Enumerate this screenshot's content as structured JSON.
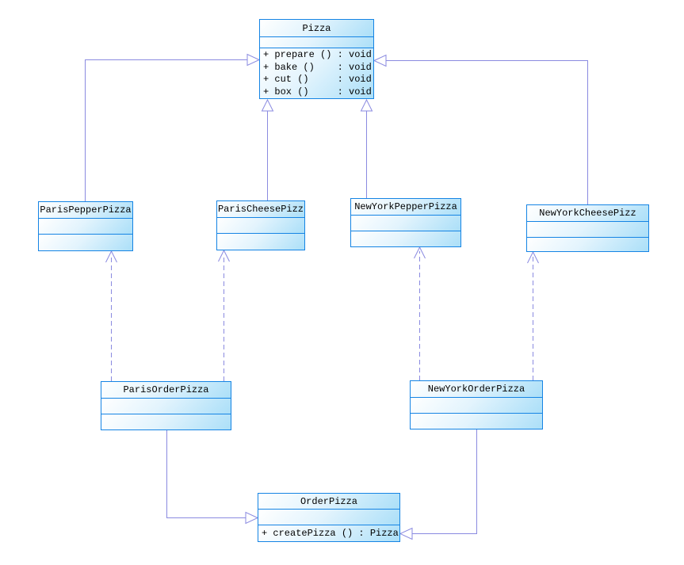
{
  "diagram_type": "uml-class-diagram",
  "classes": {
    "pizza": {
      "name": "Pizza",
      "attributes": [],
      "methods": [
        "+ prepare () : void",
        "+ bake ()    : void",
        "+ cut ()     : void",
        "+ box ()     : void"
      ]
    },
    "parisPepper": {
      "name": "ParisPepperPizza",
      "attributes": [],
      "methods": []
    },
    "parisCheese": {
      "name": "ParisCheesePizz",
      "attributes": [],
      "methods": []
    },
    "nyPepper": {
      "name": "NewYorkPepperPizza",
      "attributes": [],
      "methods": []
    },
    "nyCheese": {
      "name": "NewYorkCheesePizz",
      "attributes": [],
      "methods": []
    },
    "parisOrder": {
      "name": "ParisOrderPizza",
      "attributes": [],
      "methods": []
    },
    "nyOrder": {
      "name": "NewYorkOrderPizza",
      "attributes": [],
      "methods": []
    },
    "order": {
      "name": "OrderPizza",
      "attributes": [],
      "methods": [
        "+ createPizza () : Pizza"
      ]
    }
  },
  "relationships": [
    {
      "from": "ParisPepperPizza",
      "to": "Pizza",
      "type": "generalization"
    },
    {
      "from": "ParisCheesePizz",
      "to": "Pizza",
      "type": "generalization"
    },
    {
      "from": "NewYorkPepperPizza",
      "to": "Pizza",
      "type": "generalization"
    },
    {
      "from": "NewYorkCheesePizz",
      "to": "Pizza",
      "type": "generalization"
    },
    {
      "from": "ParisOrderPizza",
      "to": "ParisPepperPizza",
      "type": "dependency"
    },
    {
      "from": "ParisOrderPizza",
      "to": "ParisCheesePizz",
      "type": "dependency"
    },
    {
      "from": "NewYorkOrderPizza",
      "to": "NewYorkPepperPizza",
      "type": "dependency"
    },
    {
      "from": "NewYorkOrderPizza",
      "to": "NewYorkCheesePizz",
      "type": "dependency"
    },
    {
      "from": "ParisOrderPizza",
      "to": "OrderPizza",
      "type": "generalization"
    },
    {
      "from": "NewYorkOrderPizza",
      "to": "OrderPizza",
      "type": "generalization"
    }
  ],
  "colors": {
    "box_border": "#1584e4",
    "box_fill_light": "#ffffff",
    "box_fill_dark": "#abdff8",
    "connector": "#8a8ae0",
    "text": "#000000",
    "background": "#ffffff"
  }
}
